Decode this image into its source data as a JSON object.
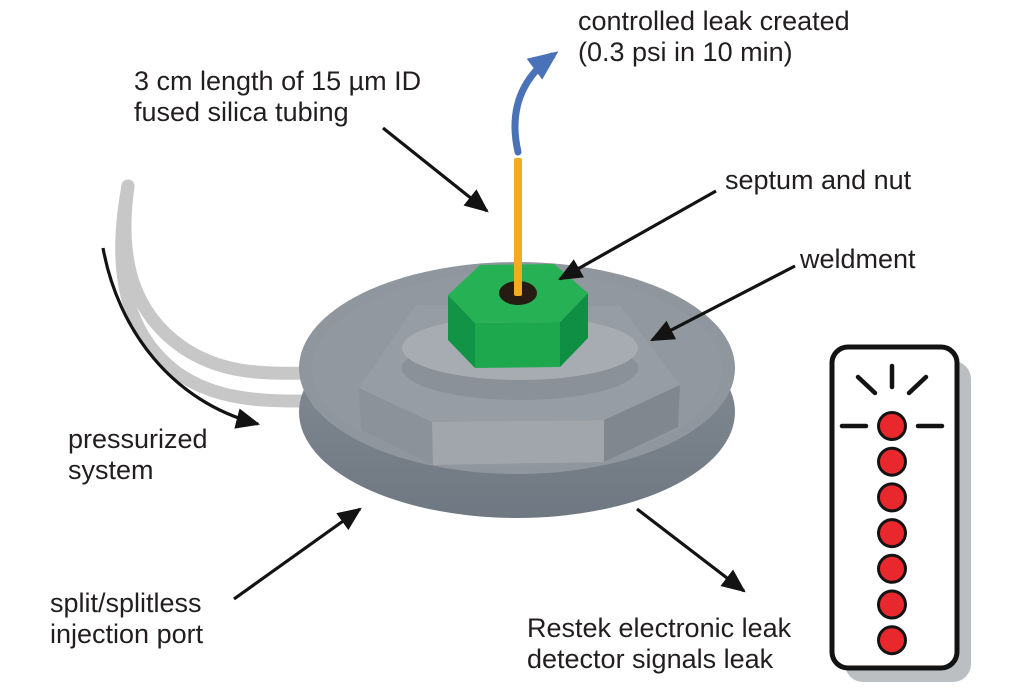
{
  "figure": {
    "type": "technical-diagram",
    "subject": "Controlled leak created on a split/splitless GC injection port, detected with an electronic leak detector"
  },
  "labels": {
    "controlled_leak": {
      "line1": "controlled leak created",
      "line2": "(0.3 psi in 10 min)"
    },
    "tubing": {
      "line1": "3 cm length of 15 µm ID",
      "line2": "fused silica tubing"
    },
    "septum_nut": {
      "text": "septum and nut"
    },
    "weldment": {
      "text": "weldment"
    },
    "pressurized_system": {
      "line1": "pressurized",
      "line2": "system"
    },
    "injection_port": {
      "line1": "split/splitless",
      "line2": "injection port"
    },
    "leak_detector": {
      "line1": "Restek electronic leak",
      "line2": "detector signals leak"
    }
  },
  "leak_detector": {
    "led_count": 7,
    "led_color": "#e8282d",
    "body_color": "#ffffff",
    "border_color": "#131313",
    "alarm_state": "top LED flashing"
  },
  "colors": {
    "septum_nut_green": "#1da84e",
    "silica_tubing_yellow": "#f2ac1f",
    "leak_arrow_blue": "#4a72b8",
    "port_gray_top": "#8f969d",
    "port_gray_side": "#7b838b",
    "gas_tube_gray": "#c7c7c7",
    "text_black": "#221e20",
    "background": "#ffffff"
  }
}
